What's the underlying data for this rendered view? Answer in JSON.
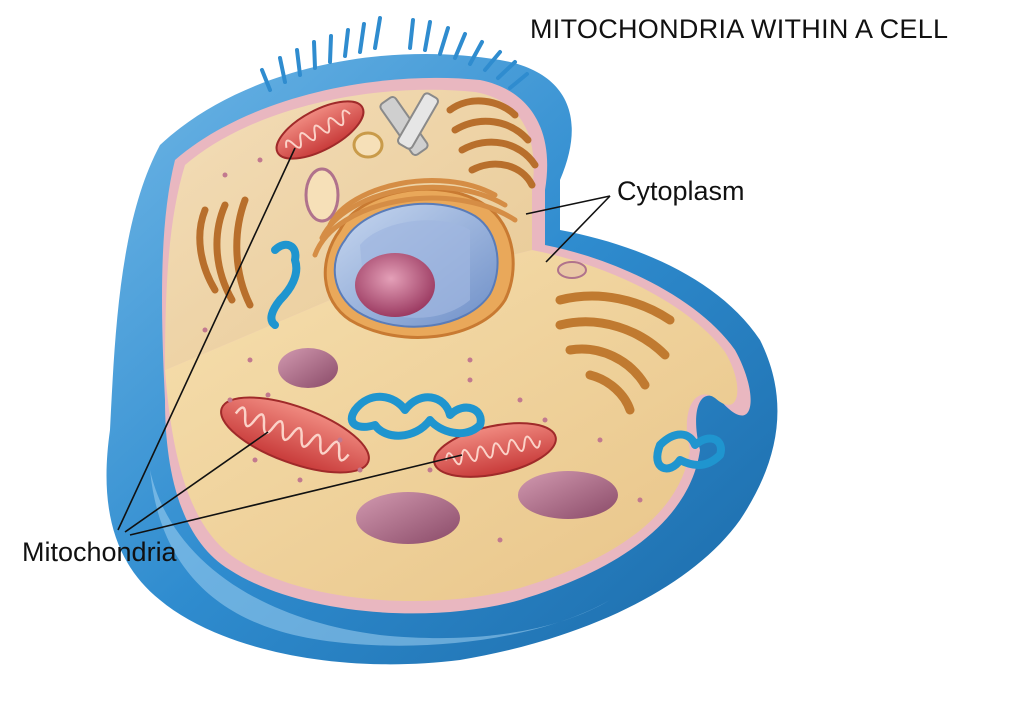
{
  "diagram": {
    "title": "MITOCHONDRIA WITHIN A CELL",
    "labels": {
      "cytoplasm": "Cytoplasm",
      "mitochondria": "Mitochondria"
    }
  },
  "colors": {
    "membrane_outer": "#2f8ccf",
    "membrane_inner": "#e9b7c0",
    "cytoplasm": "#f1d39a",
    "nucleus": "#8fb0dc",
    "nucleolus": "#b0486c",
    "mitochondria": "#e0534f",
    "golgi": "#d08a3e",
    "er_blue": "#1f95cf",
    "vacuole": "#a8607e",
    "leader_line": "#111111"
  }
}
